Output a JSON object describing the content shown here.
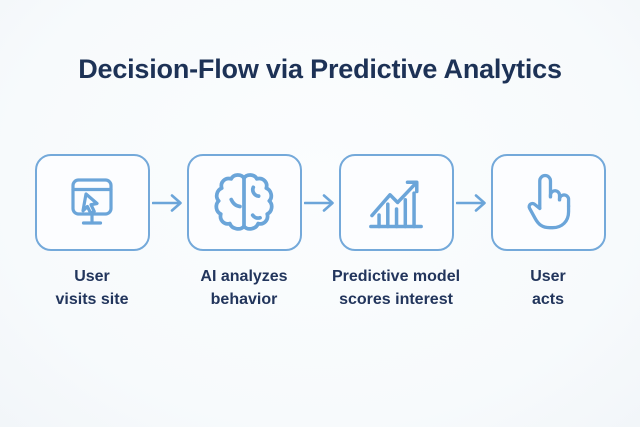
{
  "title": "Decision-Flow via Predictive Analytics",
  "colors": {
    "background": "#f7fafc",
    "accent_blue": "#74a9da",
    "icon_stroke": "#6ba5d9",
    "title_navy": "#1d3256",
    "label_navy": "#22355c",
    "box_fill": "#fcfdff"
  },
  "steps": [
    {
      "icon": "browser-cursor-icon",
      "label": "User\nvisits site"
    },
    {
      "icon": "brain-icon",
      "label": "AI analyzes\nbehavior"
    },
    {
      "icon": "growth-chart-icon",
      "label": "Predictive model\nscores interest"
    },
    {
      "icon": "tap-hand-icon",
      "label": "User\nacts"
    }
  ],
  "connector_style": "arrow-right"
}
